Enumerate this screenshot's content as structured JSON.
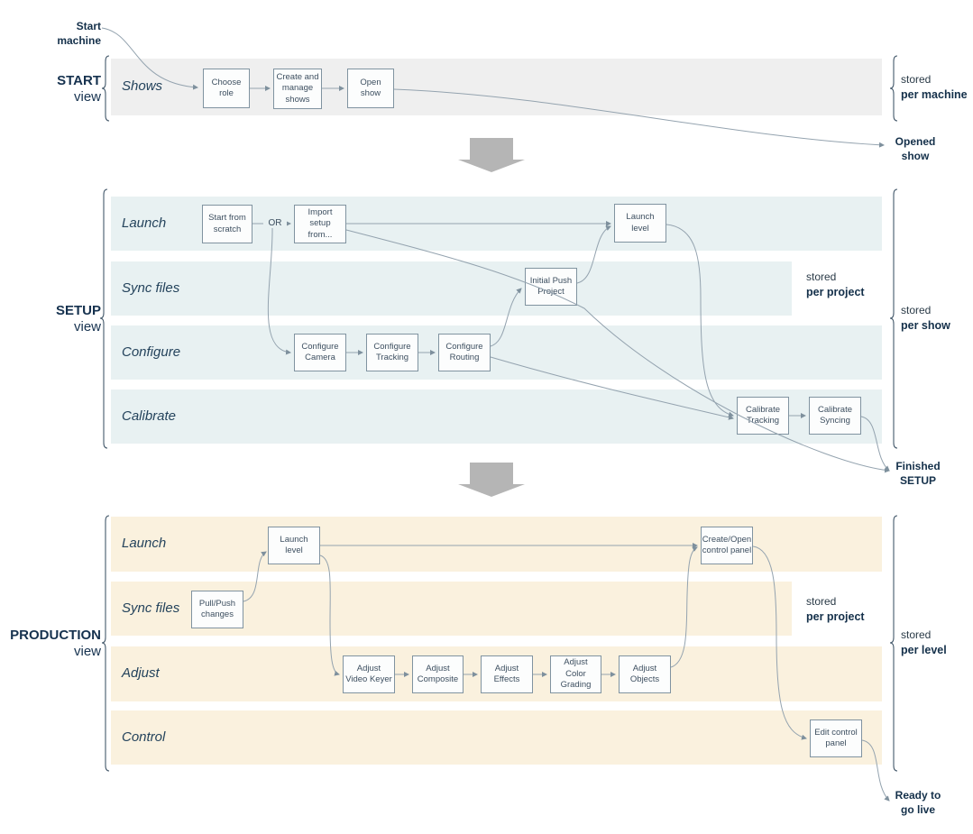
{
  "start": {
    "view_label": "START",
    "view_word": "view",
    "lane": "Shows",
    "boxes": {
      "choose_role": "Choose role",
      "create_manage_shows": "Create and manage shows",
      "open_show": "Open show"
    },
    "stored": {
      "l1": "stored",
      "l2": "per machine"
    }
  },
  "setup": {
    "view_label": "SETUP",
    "view_word": "view",
    "lanes": [
      "Launch",
      "Sync files",
      "Configure",
      "Calibrate"
    ],
    "or_label": "OR",
    "boxes": {
      "start_from_scratch": "Start from scratch",
      "import_setup": "Import setup from...",
      "launch_level": "Launch level",
      "initial_push": "Initial Push Project",
      "configure_camera": "Configure Camera",
      "configure_tracking": "Configure Tracking",
      "configure_routing": "Configure Routing",
      "calibrate_tracking": "Calibrate Tracking",
      "calibrate_syncing": "Calibrate Syncing"
    },
    "stored_project": {
      "l1": "stored",
      "l2": "per project"
    },
    "stored_show": {
      "l1": "stored",
      "l2": "per show"
    }
  },
  "production": {
    "view_label": "PRODUCTION",
    "view_word": "view",
    "lanes": [
      "Launch",
      "Sync files",
      "Adjust",
      "Control"
    ],
    "boxes": {
      "launch_level": "Launch level",
      "pull_push_changes": "Pull/Push changes",
      "create_open_panel": "Create/Open control panel",
      "adjust_video_keyer": "Adjust Video Keyer",
      "adjust_composite": "Adjust Composite",
      "adjust_effects": "Adjust Effects",
      "adjust_color_grading": "Adjust Color Grading",
      "adjust_objects": "Adjust Objects",
      "edit_control_panel": "Edit control panel"
    },
    "stored_project": {
      "l1": "stored",
      "l2": "per project"
    },
    "stored_level": {
      "l1": "stored",
      "l2": "per level"
    }
  },
  "annotations": {
    "start_machine": "Start\nmachine",
    "opened_show": "Opened\nshow",
    "finished_setup": "Finished\nSETUP",
    "ready_to_go_live": "Ready to\ngo live"
  },
  "colors": {
    "start_lane": "#efefef",
    "setup_lane": "#e8f1f2",
    "production_lane": "#faf1de",
    "connector": "#94a3af",
    "section_arrow": "#b5b5b5",
    "text_navy": "#14304a"
  }
}
